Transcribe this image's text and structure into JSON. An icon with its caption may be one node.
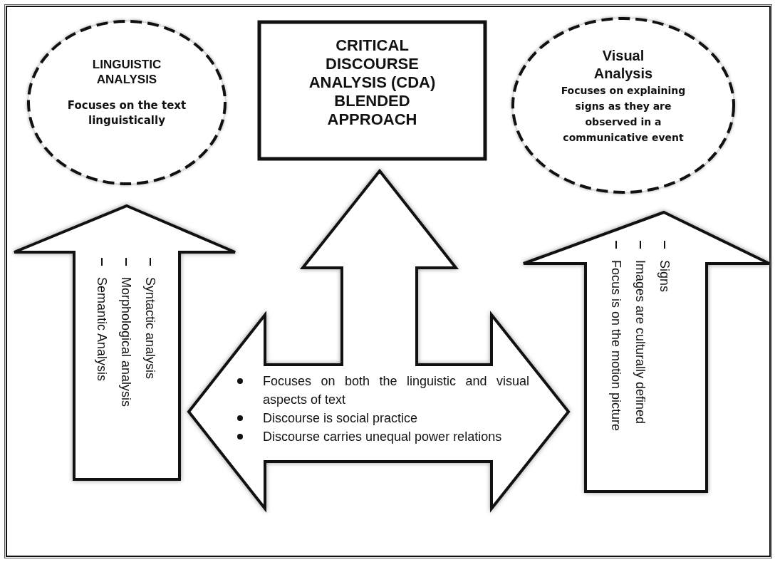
{
  "diagram": {
    "nodes": [
      {
        "text": [
          "LINGUISTIC ANALYSIS",
          "Focuses on the text linguistically"
        ]
      },
      {
        "text": [
          "CRITICAL DISCOURSE ANALYSIS (CDA) BLENDED APPROACH"
        ]
      },
      {
        "text": [
          "Visual Analysis",
          "Focuses on explaining signs as they are observed in a communicative event"
        ]
      },
      {
        "text": [
          "Syntactic analysis",
          "Morphological analysis",
          "Semantic Analysis"
        ]
      },
      {
        "text": [
          "Focuses on both the linguistic and visual aspects of text",
          "Discourse is social practice",
          "Discourse carries unequal power relations"
        ]
      },
      {
        "text": [
          "Signs",
          "Images are culturally defined",
          "Focus is on the motion picture"
        ]
      }
    ]
  }
}
